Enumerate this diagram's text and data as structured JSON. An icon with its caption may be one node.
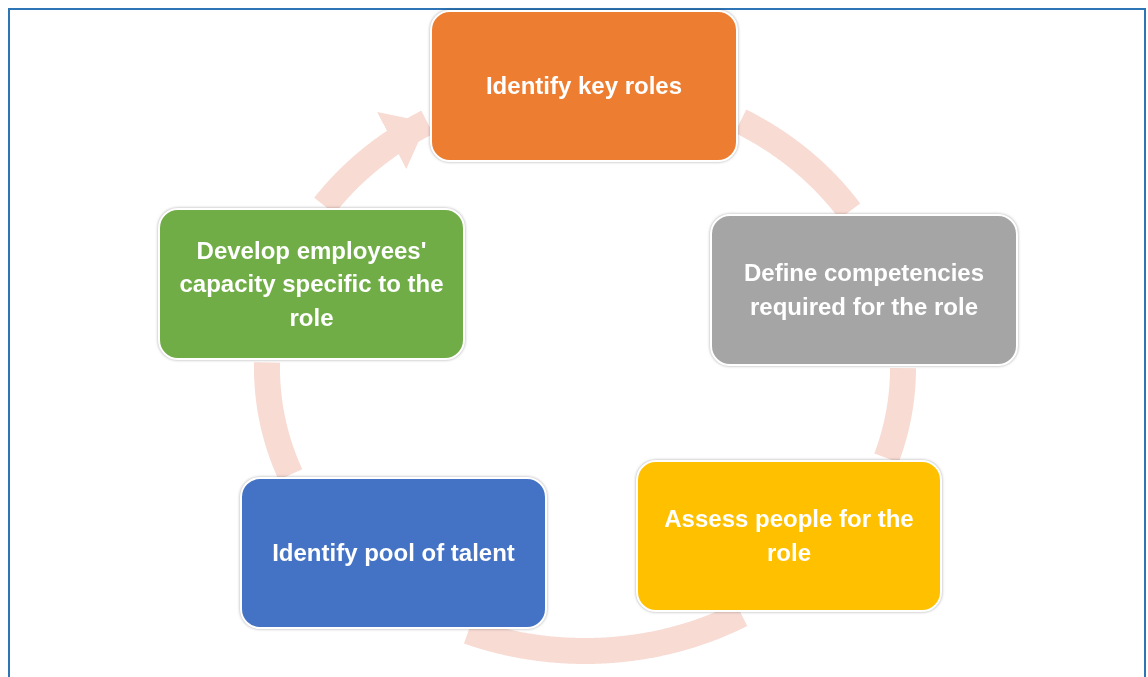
{
  "diagram": {
    "nodes": [
      {
        "text": [
          "Identify key roles"
        ]
      },
      {
        "text": [
          "Define competencies required for the role"
        ]
      },
      {
        "text": [
          "Assess people for the role"
        ]
      },
      {
        "text": [
          "Identify pool of talent"
        ]
      },
      {
        "text": [
          "Develop employees' capacity specific to the role"
        ]
      }
    ],
    "edges": [
      {
        "from": 0,
        "to": 1,
        "arrow": "none"
      },
      {
        "from": 1,
        "to": 2,
        "arrow": "none"
      },
      {
        "from": 2,
        "to": 3,
        "arrow": "none"
      },
      {
        "from": 3,
        "to": 4,
        "arrow": "none"
      },
      {
        "from": 4,
        "to": 0,
        "arrow": "to"
      }
    ]
  }
}
